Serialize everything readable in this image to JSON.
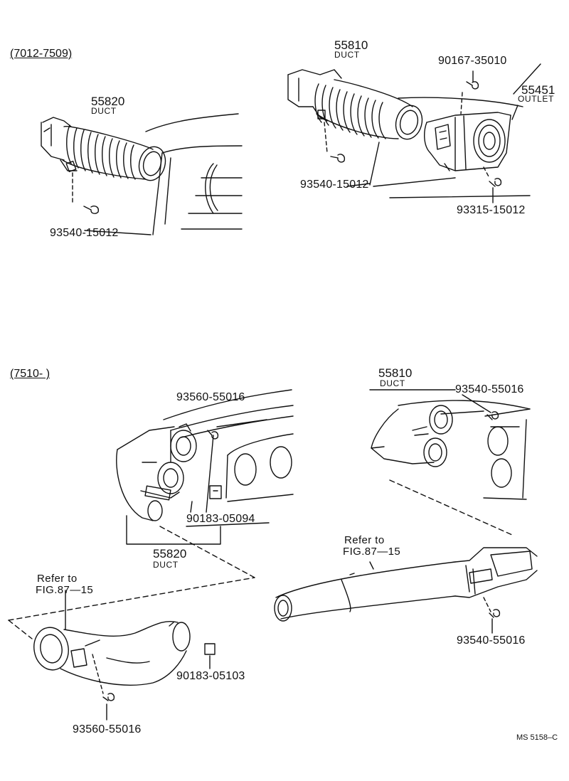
{
  "top": {
    "range": "(7012-7509)",
    "left": {
      "duct_num": "55820",
      "duct_word": "DUCT",
      "screw": "93540-15012"
    },
    "right": {
      "duct_num": "55810",
      "duct_word": "DUCT",
      "screw_top": "90167-35010",
      "outlet_num": "55451",
      "outlet_word": "OUTLET",
      "screw_mid": "93540-15012",
      "screw_right": "93315-15012"
    }
  },
  "bottom": {
    "range": "(7510-        )",
    "left": {
      "screw_top": "93560-55016",
      "clip": "90183-05094",
      "duct_num": "55820",
      "duct_word": "DUCT",
      "ref_line1": "Refer to",
      "ref_line2": "FIG.87—15",
      "clip_bottom": "90183-05103",
      "screw_bottom": "93560-55016"
    },
    "right": {
      "duct_num": "55810",
      "duct_word": "DUCT",
      "screw_top": "93540-55016",
      "ref_line1": "Refer to",
      "ref_line2": "FIG.87—15",
      "screw_bottom": "93540-55016"
    }
  },
  "footer": {
    "code": "MS 5158–C"
  }
}
